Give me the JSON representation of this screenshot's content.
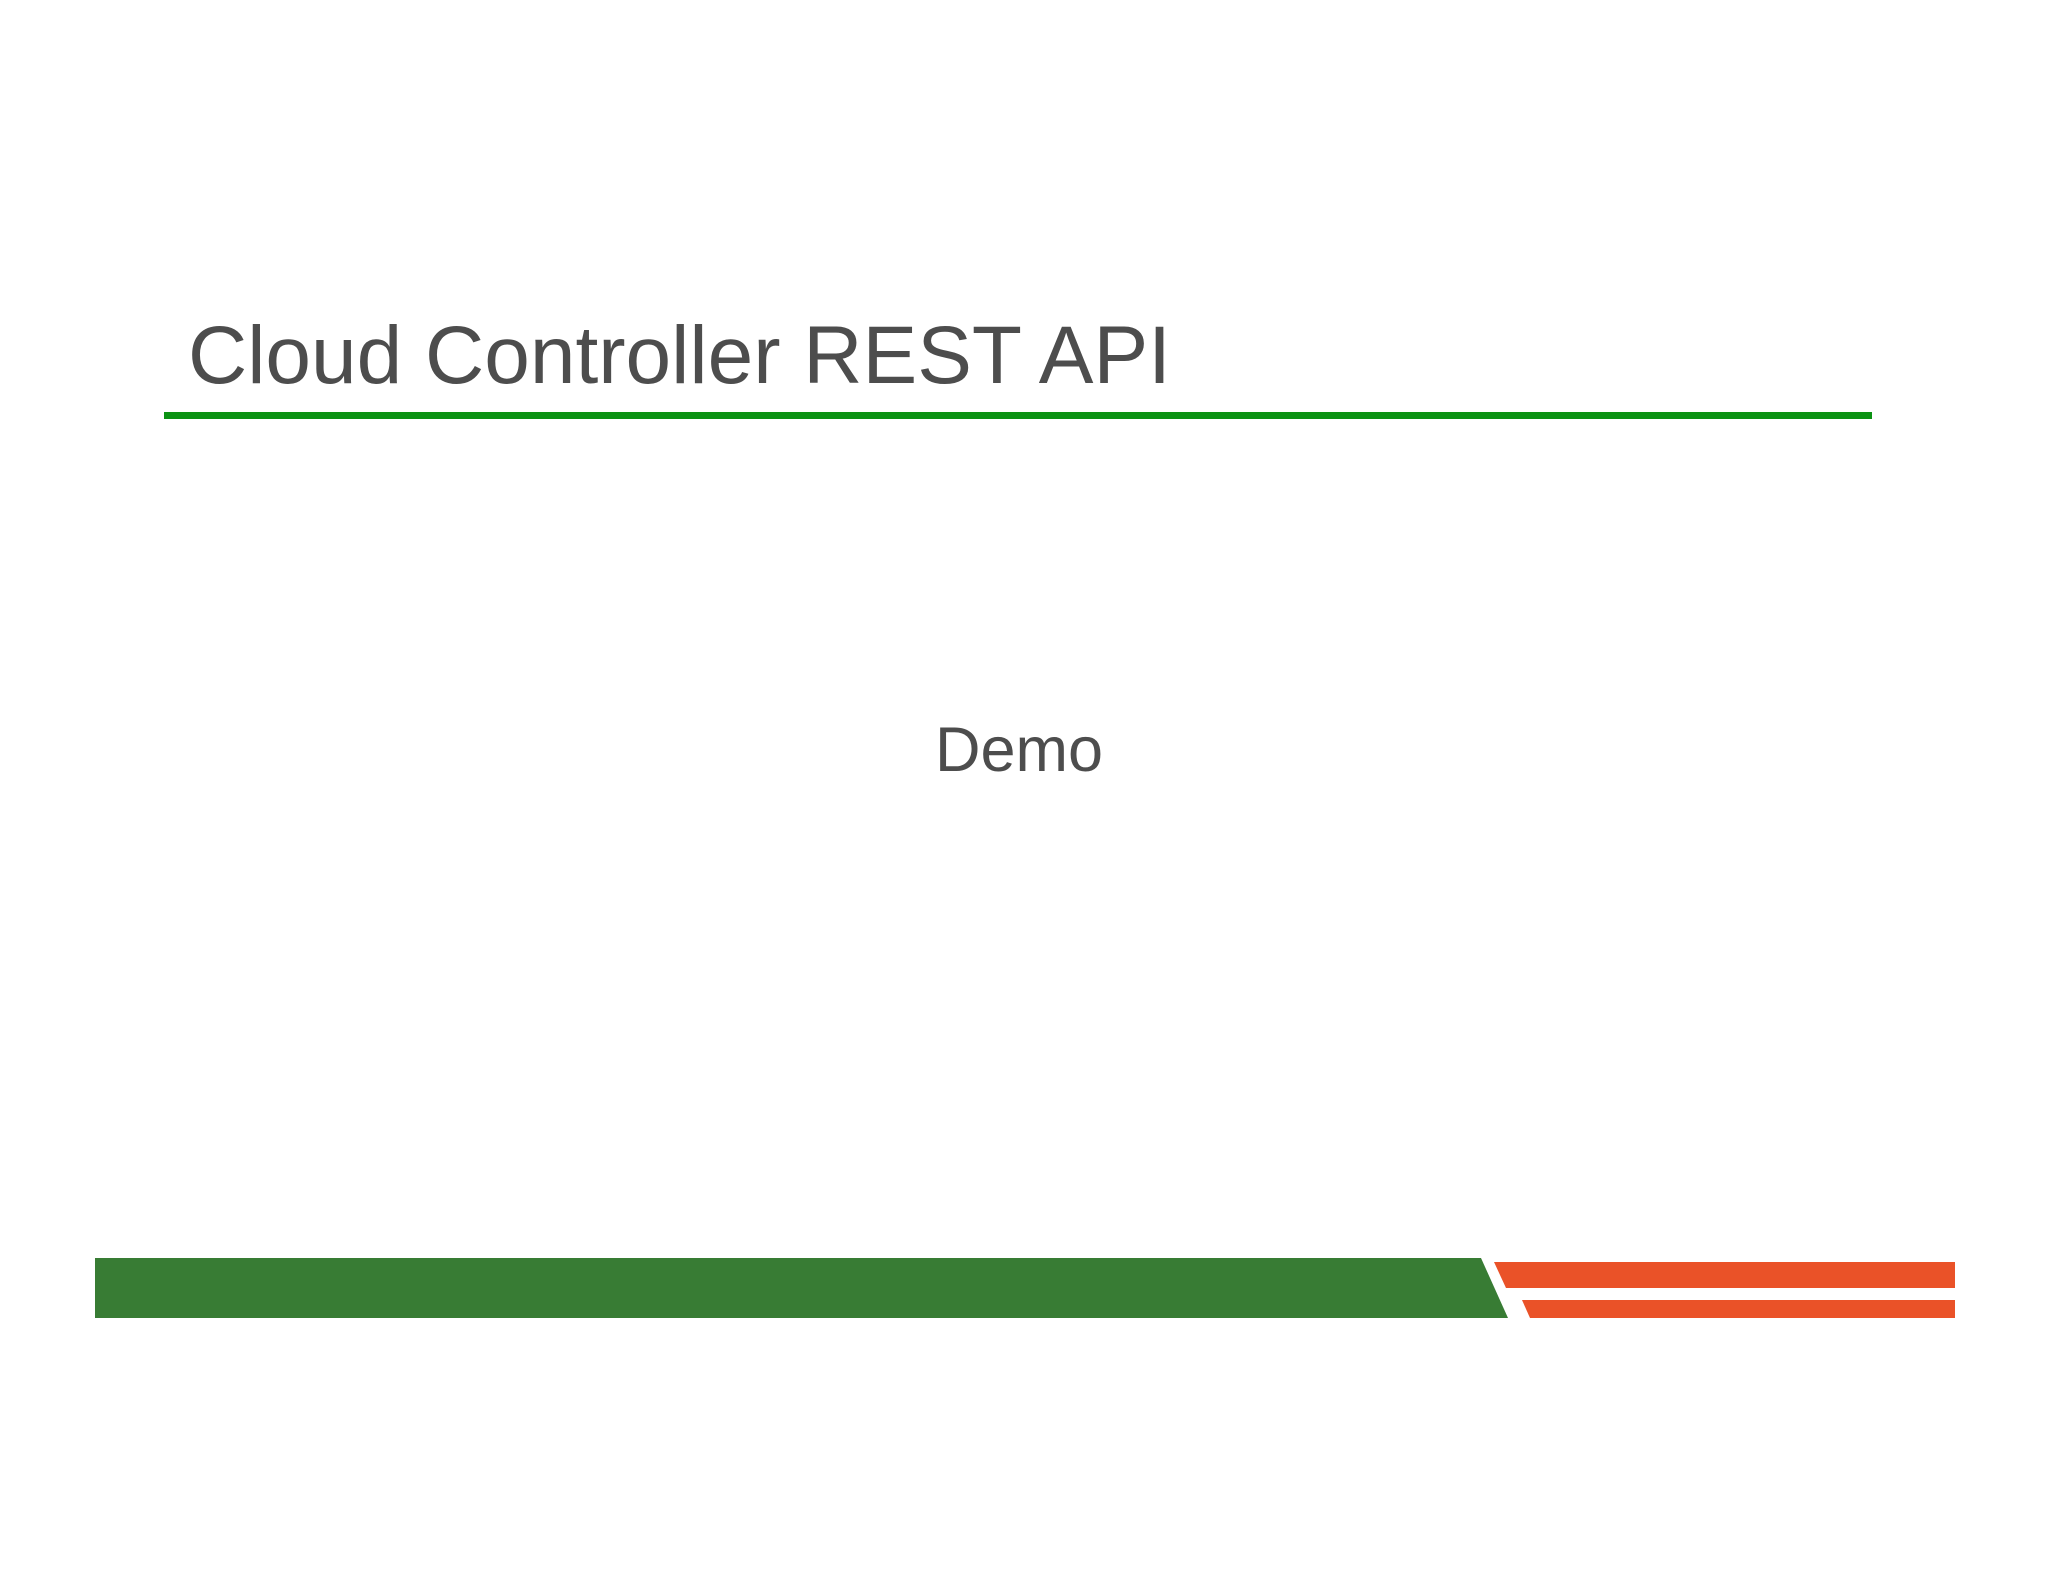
{
  "slide": {
    "title": "Cloud Controller REST API",
    "body_text": "Demo",
    "background_color": "#ffffff",
    "title_color": "#4d4d4d",
    "body_text_color": "#4d4d4d",
    "title_rule_color": "#0b9213",
    "footer": {
      "green_color": "#387c34",
      "orange_color": "#ea5228",
      "shape_names": [
        "footer-green-bar",
        "footer-orange-stripe-top",
        "footer-orange-stripe-bottom"
      ]
    }
  }
}
